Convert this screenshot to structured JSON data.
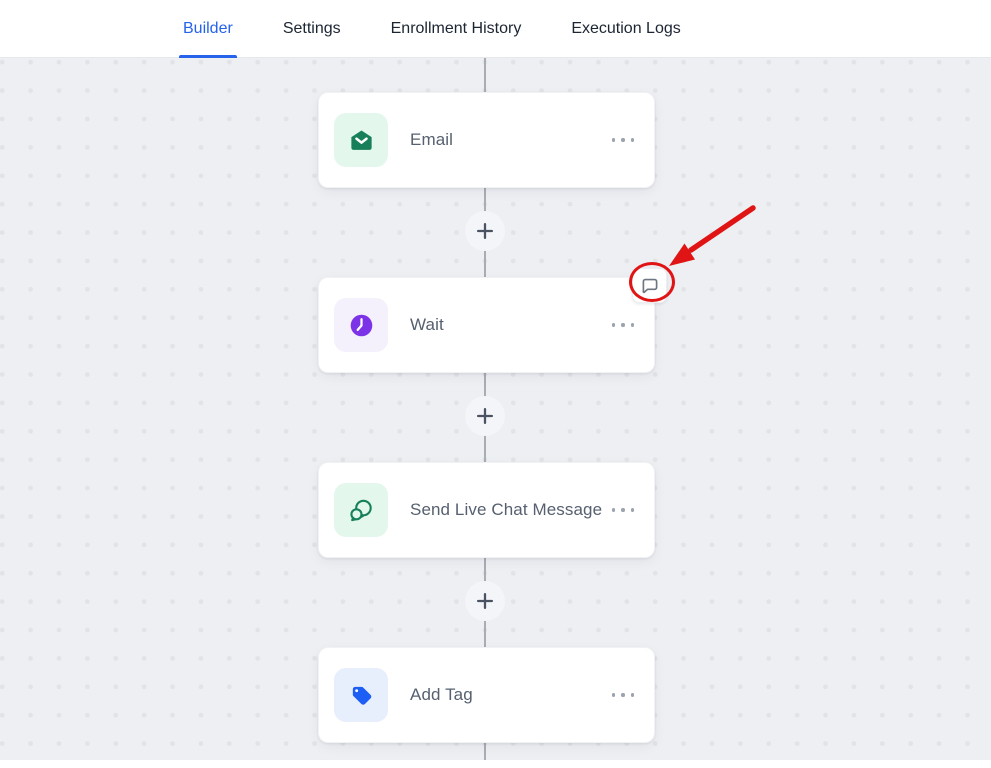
{
  "header": {
    "tabs": [
      {
        "label": "Builder",
        "active": true
      },
      {
        "label": "Settings",
        "active": false
      },
      {
        "label": "Enrollment History",
        "active": false
      },
      {
        "label": "Execution Logs",
        "active": false
      }
    ]
  },
  "canvas": {
    "nodes": [
      {
        "label": "Email",
        "icon": "email-envelope-icon",
        "icon_bg": "#e3f7ed",
        "icon_color": "#17805b"
      },
      {
        "label": "Wait",
        "icon": "clock-icon",
        "icon_bg": "#f4f1fd",
        "icon_color": "#7c33e8"
      },
      {
        "label": "Send Live Chat Message",
        "icon": "live-chat-icon",
        "icon_bg": "#e3f7ed",
        "icon_color": "#17805b"
      },
      {
        "label": "Add Tag",
        "icon": "tag-icon",
        "icon_bg": "#e7eefc",
        "icon_color": "#1d5ef5"
      }
    ],
    "add_step_icon": "plus-icon",
    "node_menu_icon": "ellipsis-icon"
  },
  "annotation": {
    "comment_icon": "speech-bubble-icon",
    "circle_color": "#e01414",
    "arrow_color": "#e01414"
  },
  "colors": {
    "active_tab": "#2563eb",
    "tab_text": "#1c2532",
    "canvas_bg": "#edeff3",
    "dot_grid": "#e2e3e7",
    "connector_line": "#a8adb5",
    "node_label": "#566070",
    "card_bg": "#ffffff"
  }
}
